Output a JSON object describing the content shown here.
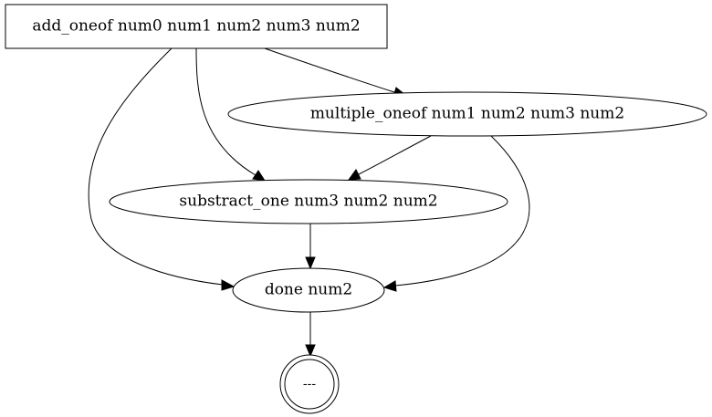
{
  "diagram": {
    "nodes": {
      "add_oneof": {
        "label": "add_oneof num0 num1 num2 num3 num2"
      },
      "multiple_oneof": {
        "label": "multiple_oneof num1 num2 num3 num2"
      },
      "substract_one": {
        "label": "substract_one num3 num2 num2"
      },
      "done": {
        "label": "done num2"
      },
      "final": {
        "label": "---"
      }
    },
    "edges": [
      {
        "from": "add_oneof",
        "to": "multiple_oneof"
      },
      {
        "from": "add_oneof",
        "to": "substract_one"
      },
      {
        "from": "add_oneof",
        "to": "done"
      },
      {
        "from": "multiple_oneof",
        "to": "substract_one"
      },
      {
        "from": "multiple_oneof",
        "to": "done"
      },
      {
        "from": "substract_one",
        "to": "done"
      },
      {
        "from": "done",
        "to": "final"
      }
    ]
  }
}
